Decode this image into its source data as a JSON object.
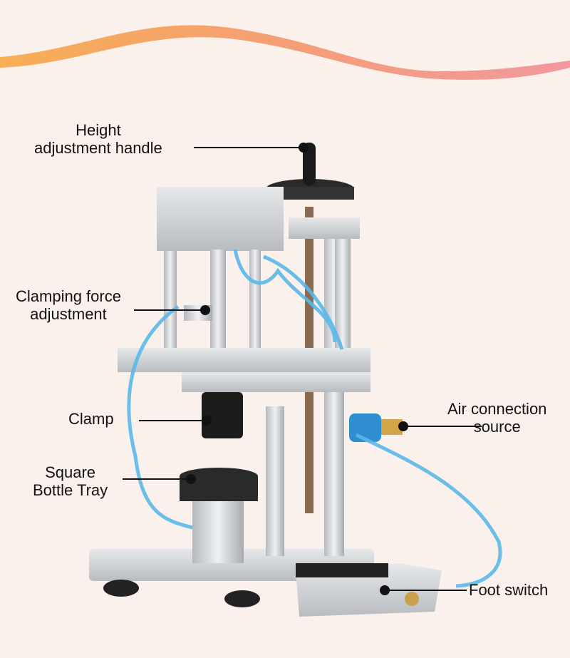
{
  "labels": {
    "height_handle": {
      "line1": "Height",
      "line2": "adjustment handle"
    },
    "clamping_force": {
      "line1": "Clamping force",
      "line2": "adjustment"
    },
    "clamp": "Clamp",
    "square_tray": {
      "line1": "Square",
      "line2": "Bottle Tray"
    },
    "air_source": {
      "line1": "Air connection",
      "line2": "source"
    },
    "foot_switch": "Foot switch"
  },
  "colors": {
    "background": "#fbf1ec",
    "wave_orange": "#f39a3c",
    "wave_pink": "#f08a8a",
    "tube_blue": "#5ab8e8",
    "metal": "#c9ccd0"
  }
}
